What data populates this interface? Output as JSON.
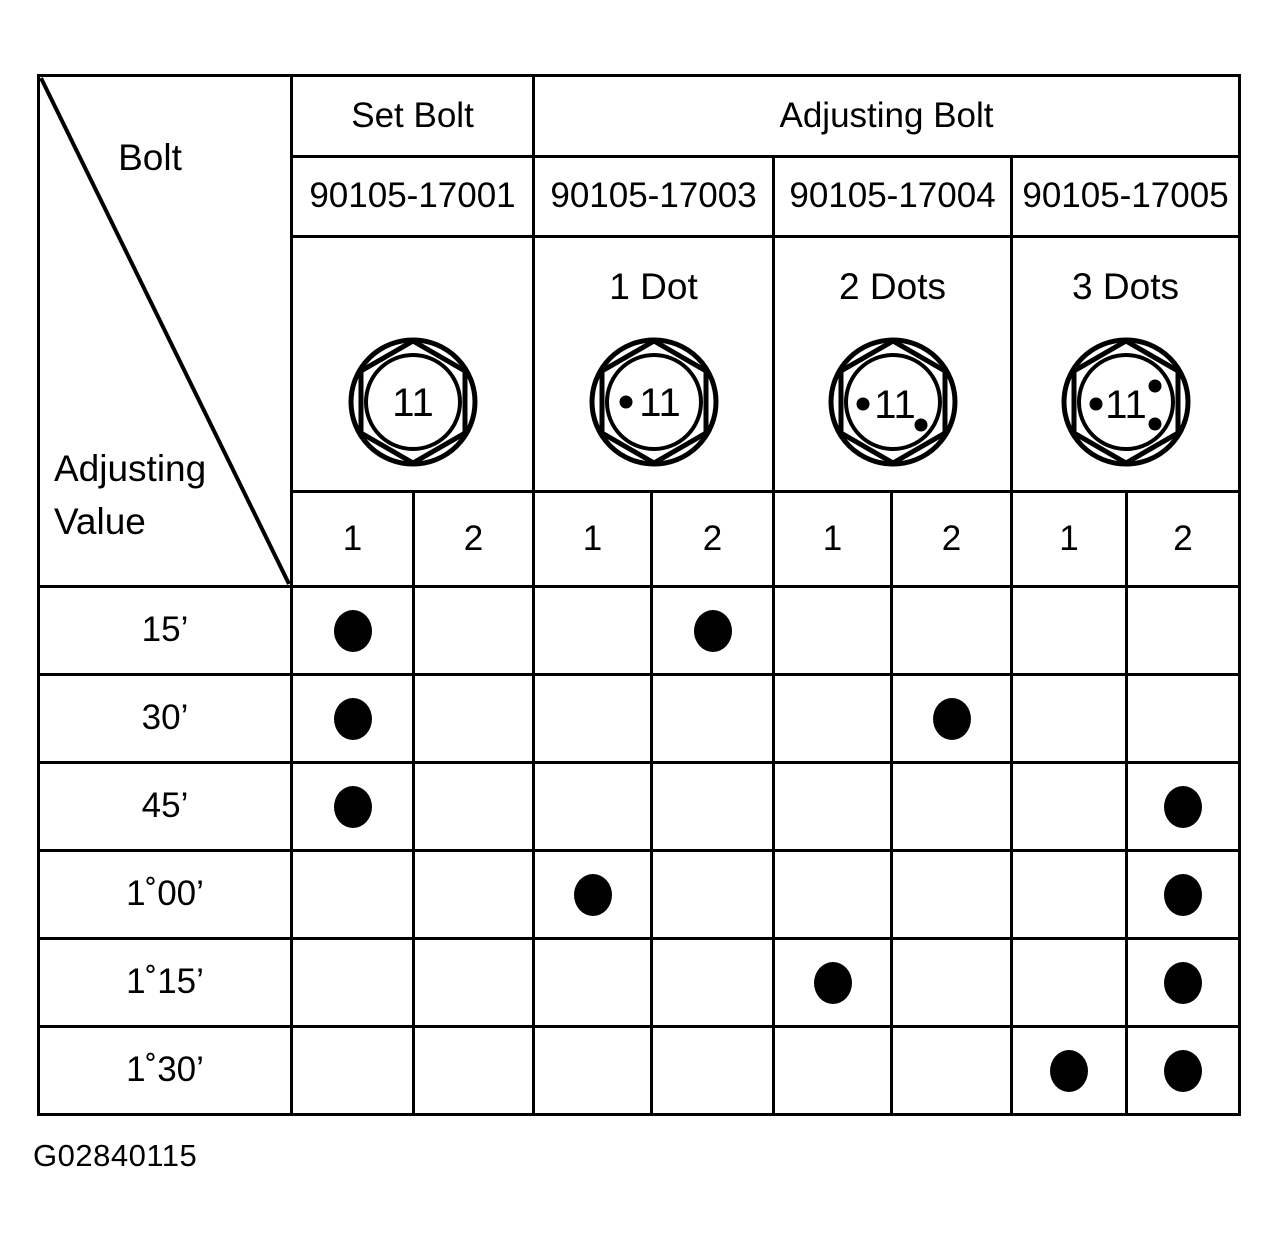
{
  "figure": {
    "caption": "G02840115",
    "corner": {
      "bolt_label": "Bolt",
      "adjusting_value_label": "Adjusting\nValue"
    }
  },
  "chart_data": {
    "type": "table",
    "title": "Bolt / Adjusting Value selection chart",
    "grid": true,
    "column_groups": [
      {
        "label": "Set Bolt",
        "span": 2
      },
      {
        "label": "Adjusting Bolt",
        "span": 6
      }
    ],
    "part_numbers": [
      {
        "label": "90105-17001",
        "span": 2
      },
      {
        "label": "90105-17003",
        "span": 2
      },
      {
        "label": "90105-17004",
        "span": 2
      },
      {
        "label": "90105-17005",
        "span": 2
      }
    ],
    "bolt_heads": [
      {
        "dots_caption": "",
        "dot_count": 0,
        "stamp": "11"
      },
      {
        "dots_caption": "1 Dot",
        "dot_count": 1,
        "stamp": "11"
      },
      {
        "dots_caption": "2 Dots",
        "dot_count": 2,
        "stamp": "11"
      },
      {
        "dots_caption": "3 Dots",
        "dot_count": 3,
        "stamp": "11"
      }
    ],
    "sub_headers": [
      "1",
      "2",
      "1",
      "2",
      "1",
      "2",
      "1",
      "2"
    ],
    "row_header": "Adjusting Value",
    "categories": [
      "15’",
      "30’",
      "45’",
      "1˚00’",
      "1˚15’",
      "1˚30’"
    ],
    "marks": [
      [
        1,
        0,
        0,
        1,
        0,
        0,
        0,
        0
      ],
      [
        1,
        0,
        0,
        0,
        0,
        1,
        0,
        0
      ],
      [
        1,
        0,
        0,
        0,
        0,
        0,
        0,
        1
      ],
      [
        0,
        0,
        1,
        0,
        0,
        0,
        0,
        1
      ],
      [
        0,
        0,
        0,
        0,
        1,
        0,
        0,
        1
      ],
      [
        0,
        0,
        0,
        0,
        0,
        0,
        1,
        1
      ]
    ],
    "marker": "filled-circle",
    "colors": {
      "line": "#000000",
      "marker": "#000000",
      "background": "#ffffff"
    }
  }
}
